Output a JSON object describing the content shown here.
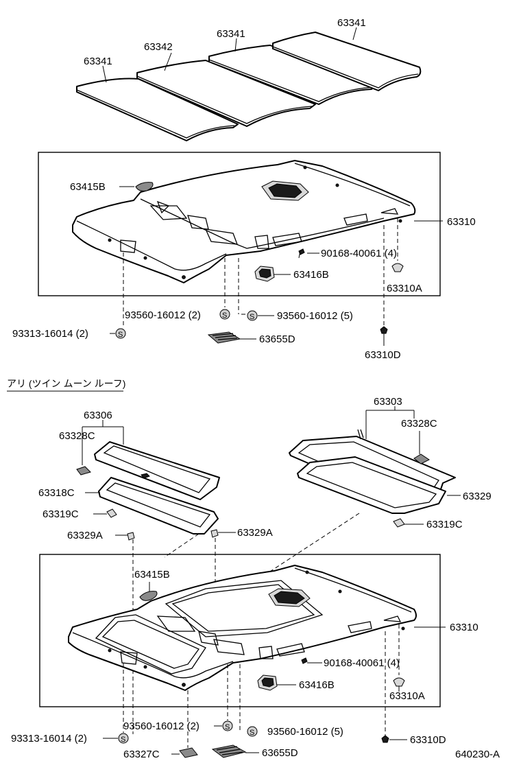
{
  "labels": {
    "pad_left": "63341",
    "pad_2": "63342",
    "pad_3": "63341",
    "pad_right": "63341",
    "top_63415B": "63415B",
    "top_63310": "63310",
    "top_90168": "90168-40061 (4)",
    "top_63416B": "63416B",
    "top_63310A": "63310A",
    "top_93560_a": "93560-16012 (2)",
    "top_93560_b": "93560-16012 (5)",
    "top_93313": "93313-16014 (2)",
    "top_63655D": "63655D",
    "top_63310D": "63310D",
    "section_title": "アリ (ツイン ムーン ルーフ)",
    "b_63306": "63306",
    "b_63328C_l": "63328C",
    "b_63318C": "63318C",
    "b_63319C_l": "63319C",
    "b_63329A_l": "63329A",
    "b_63329A_m": "63329A",
    "b_63303": "63303",
    "b_63328C_r": "63328C",
    "b_63329": "63329",
    "b_63319C_r": "63319C",
    "b_63415B": "63415B",
    "b_63310": "63310",
    "b_90168": "90168-40061 (4)",
    "b_63416B": "63416B",
    "b_63310A": "63310A",
    "b_93560_a": "93560-16012 (2)",
    "b_93560_b": "93560-16012 (5)",
    "b_93313": "93313-16014 (2)",
    "b_63310D": "63310D",
    "b_63327C": "63327C",
    "b_63655D": "63655D",
    "figure_id": "640230-A"
  },
  "screw_symbol": "S"
}
